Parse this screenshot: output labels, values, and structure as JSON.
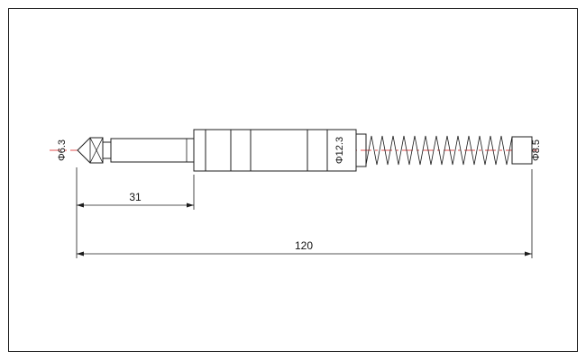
{
  "drawing": {
    "labels": {
      "tip_diameter": "Φ6.3",
      "body_diameter": "Φ12.3",
      "spring_diameter": "Φ8.5",
      "shaft_length": "31",
      "overall_length": "120"
    },
    "colors": {
      "line": "#1c1c1c",
      "centerline": "#e05252"
    }
  }
}
